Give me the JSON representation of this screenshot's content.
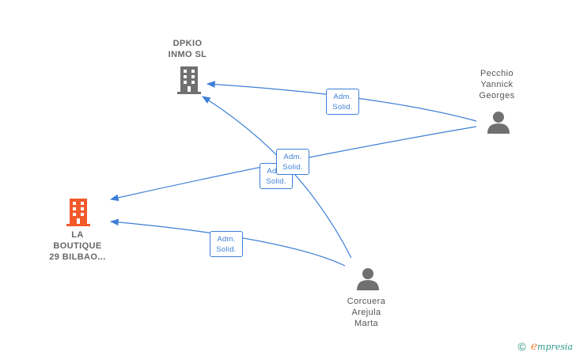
{
  "nodes": {
    "dpkio": {
      "lines": [
        "DPKIO",
        "INMO  SL"
      ],
      "icon": "building-icon",
      "color": "#707070"
    },
    "boutique": {
      "lines": [
        "LA",
        "BOUTIQUE",
        "29 BILBAO..."
      ],
      "icon": "building-icon",
      "color": "#f25a2b"
    },
    "pecchio": {
      "lines": [
        "Pecchio",
        "Yannick",
        "Georges"
      ],
      "icon": "person-icon",
      "color": "#707070"
    },
    "corcuera": {
      "lines": [
        "Corcuera",
        "Arejula",
        "Marta"
      ],
      "icon": "person-icon",
      "color": "#707070"
    }
  },
  "edges": [
    {
      "from": "pecchio",
      "to": "dpkio",
      "label": [
        "Adm.",
        "Solid."
      ]
    },
    {
      "from": "pecchio",
      "to": "boutique",
      "label": [
        "Adm.",
        "Solid."
      ]
    },
    {
      "from": "corcuera",
      "to": "dpkio",
      "label": [
        "Adm.",
        "Solid."
      ]
    },
    {
      "from": "corcuera",
      "to": "boutique",
      "label": [
        "Adm.",
        "Solid."
      ]
    }
  ],
  "colors": {
    "edge": "#3d7fd6",
    "brand": "#2b9a8a",
    "brand_accent": "#f08a3c"
  },
  "footer": {
    "copyright": "©",
    "brand_first": "e",
    "brand_rest": "mpresia"
  }
}
